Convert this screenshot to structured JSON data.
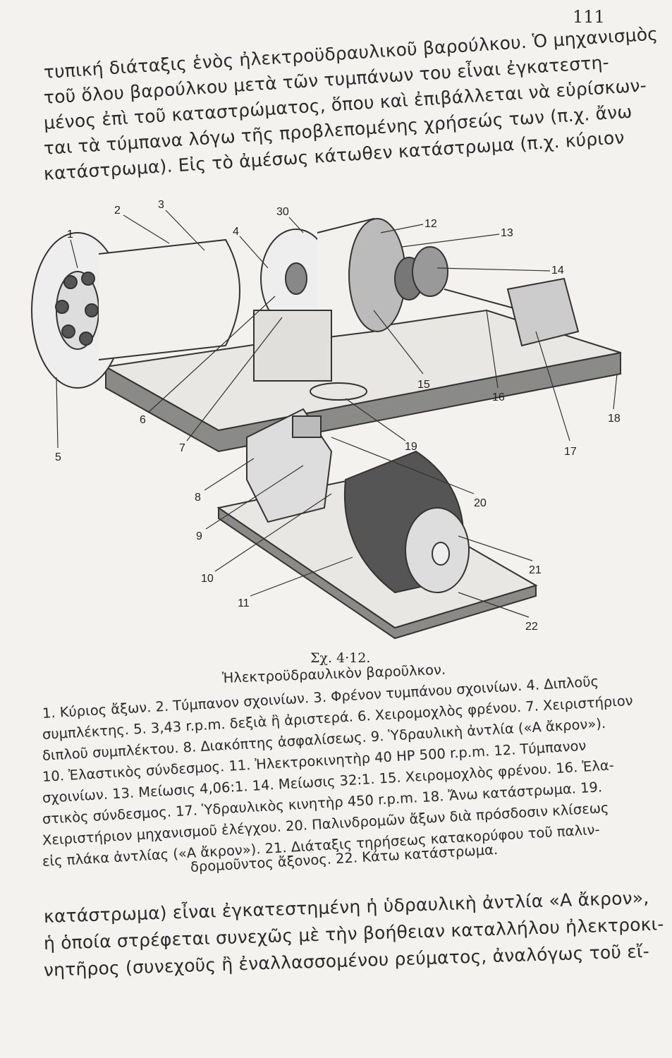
{
  "page_number": "111",
  "top_paragraph": [
    "τυπική διάταξις ἑνὸς ἠλεκτροϋδραυλικοῦ βαρούλκου. Ὁ μηχανισμὸς",
    "τοῦ ὅλου βαρούλκου μετὰ τῶν τυμπάνων του εἶναι ἐγκατεστη-",
    "μένος ἐπὶ τοῦ καταστρώματος, ὅπου καὶ ἐπιβάλλεται νὰ εὑρίσκων-",
    "ται τὰ τύμπανα λόγω τῆς προβλεπομένης χρήσεώς των (π.χ. ἄνω",
    "κατάστρωμα). Εἰς τὸ ἀμέσως κάτωθεν κατάστρωμα (π.χ. κύριον"
  ],
  "figure": {
    "callouts": [
      "1",
      "2",
      "3",
      "30",
      "4",
      "12",
      "13",
      "14",
      "15",
      "16",
      "18",
      "17",
      "19",
      "20",
      "6",
      "7",
      "5",
      "8",
      "9",
      "10",
      "11",
      "21",
      "22"
    ],
    "number": "Σχ. 4·12.",
    "title": "Ἠλεκτροϋδραυλικὸν βαροῦλκον.",
    "legend": [
      "1. Κύριος ἄξων. 2. Τύμπανον σχοινίων. 3. Φρένον τυμπάνου σχοινίων. 4. Διπλοῦς",
      "συμπλέκτης. 5. 3,43 r.p.m. δεξιὰ ἢ ἀριστερά. 6. Χειρομοχλὸς φρένου. 7. Χειριστήριον",
      "διπλοῦ συμπλέκτου. 8. Διακόπτης ἀσφαλίσεως. 9. Ὑδραυλικὴ ἀντλία («Α ἄκρον»).",
      "10. Ἐλαστικὸς σύνδεσμος. 11. Ἠλεκτροκινητὴρ 40 HP 500 r.p.m. 12. Τύμπανον",
      "σχοινίων. 13. Μείωσις 4,06:1. 14. Μείωσις 32:1. 15. Χειρομοχλὸς φρένου. 16. Ἐλα-",
      "στικὸς σύνδεσμος. 17. Ὑδραυλικὸς κινητὴρ 450 r.p.m. 18. Ἄνω κατάστρωμα. 19.",
      "Χειριστήριον μηχανισμοῦ ἐλέγχου. 20. Παλινδρομῶν ἄξων διὰ πρόσδοσιν κλίσεως",
      "εἰς πλάκα ἀντλίας («Α ἄκρον»). 21. Διάταξις τηρήσεως κατακορύφου τοῦ παλιν-",
      "δρομοῦντος ἄξονος. 22. Κάτω κατάστρωμα."
    ]
  },
  "bottom_paragraph": [
    "κατάστρωμα) εἶναι ἐγκατεστημένη ἡ ὑδραυλικὴ ἀντλία «Α ἄκρον»,",
    "ἡ ὁποία στρέφεται συνεχῶς μὲ τὴν βοήθειαν καταλλήλου ἠλεκτροκι-",
    "νητῆρος (συνεχοῦς ἢ ἐναλλασσομένου ρεύματος, ἀναλόγως τοῦ εἴ-"
  ]
}
